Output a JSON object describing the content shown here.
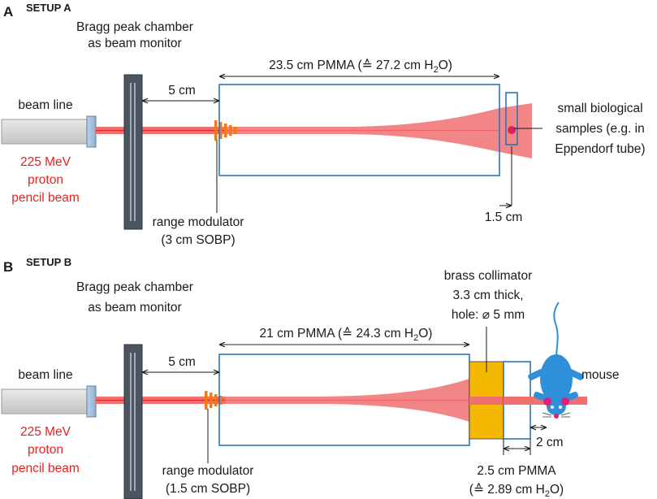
{
  "setup_a": {
    "panel_letter": "A",
    "title": "SETUP A",
    "bragg_line1": "Bragg peak chamber",
    "bragg_line2": "as beam monitor",
    "gap_label": "5 cm",
    "pmma_label_pre": "23.5 cm PMMA (≙ 27.2 cm H",
    "pmma_label_sub": "2",
    "pmma_label_post": "O)",
    "beam_line": "beam line",
    "beam_desc": [
      "225 MeV",
      "proton",
      "pencil beam"
    ],
    "modulator": [
      "range modulator",
      "(3 cm SOBP)"
    ],
    "sample": [
      "small biological",
      "samples (e.g. in",
      "Eppendorf tube)"
    ],
    "sample_gap": "1.5 cm"
  },
  "setup_b": {
    "panel_letter": "B",
    "title": "SETUP B",
    "bragg_line1": "Bragg peak chamber",
    "bragg_line2": "as beam monitor",
    "gap_label": "5 cm",
    "pmma_label_pre": "21 cm PMMA (≙ 24.3 cm H",
    "pmma_label_sub": "2",
    "pmma_label_post": "O)",
    "beam_line": "beam line",
    "beam_desc": [
      "225 MeV",
      "proton",
      "pencil beam"
    ],
    "modulator": [
      "range modulator",
      "(1.5 cm SOBP)"
    ],
    "collimator": [
      "brass collimator",
      "3.3 cm thick,",
      "hole: ⌀ 5 mm"
    ],
    "mouse": "mouse",
    "mouse_gap": "2 cm",
    "pmma2_line1": "2.5 cm PMMA",
    "pmma2_pre": "(≙ 2.89 cm H",
    "pmma2_sub": "2",
    "pmma2_post": "O)"
  },
  "colors": {
    "beam": "#f07070",
    "beam_core": "#e02525",
    "box_stroke": "#2e75b6",
    "chamber": "#4a5560",
    "modulator": "#f07a1a",
    "collimator": "#f5b800",
    "mouse": "#2f8fd8",
    "label_red": "#e8211d"
  }
}
